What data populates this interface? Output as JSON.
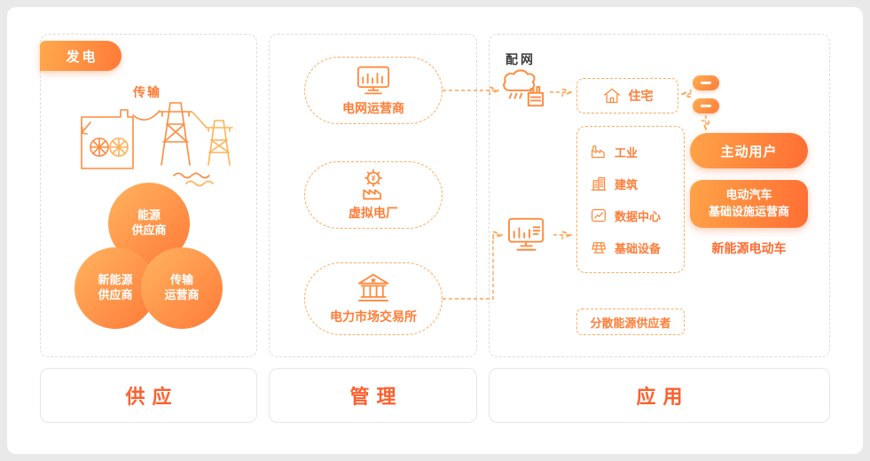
{
  "colors": {
    "accent": "#FF6E33",
    "accent_light": "#FFA94D",
    "panel_border": "#DCDCDC",
    "dashed_orange": "#FFAA5E",
    "text_dark": "#3D3D3D"
  },
  "icons": {
    "yen": "¥"
  },
  "footers": {
    "supply": "供应",
    "management": "管理",
    "application": "应用"
  },
  "supply": {
    "badge": "发电",
    "transmission": "传输",
    "circles": [
      {
        "line1": "能源",
        "line2": "供应商"
      },
      {
        "line1": "新能源",
        "line2": "供应商"
      },
      {
        "line1": "传输",
        "line2": "运营商"
      }
    ]
  },
  "management": {
    "grid_operator": "电网运营商",
    "virtual_plant": "虚拟电厂",
    "market_exchange": "电力市场交易所"
  },
  "application": {
    "distribution": "配网",
    "residence": "住宅",
    "industry": "工业",
    "building": "建筑",
    "data_center": "数据中心",
    "basic_equipment": "基础设备",
    "active_user": "主动用户",
    "ev_line1": "电动汽车",
    "ev_line2": "基础设施运营商",
    "ev_caption": "新能源电动车",
    "distributed_supplier": "分散能源供应者"
  }
}
